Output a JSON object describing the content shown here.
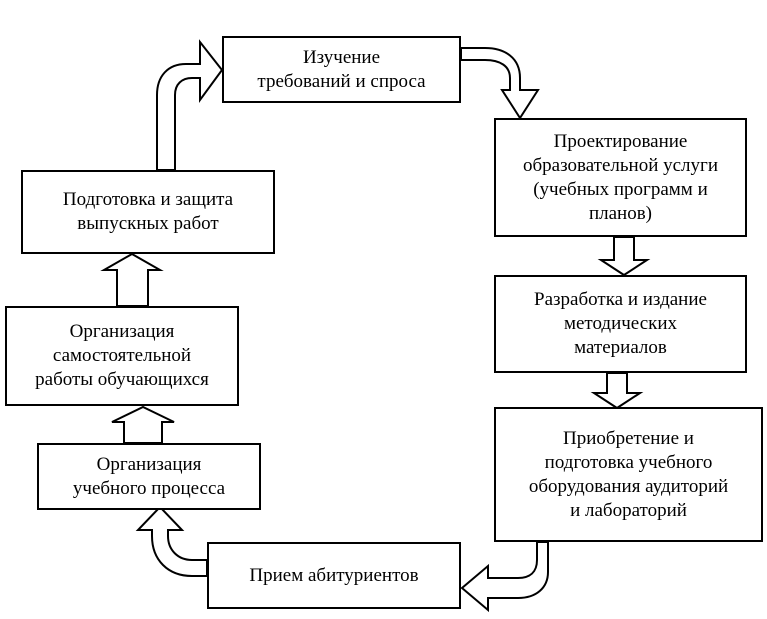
{
  "diagram": {
    "title": "",
    "nodes": [
      {
        "id": "study",
        "label": "Изучение\nтребований и спроса"
      },
      {
        "id": "design",
        "label": "Проектирование\nобразовательной услуги\n(учебных программ и\nпланов)"
      },
      {
        "id": "materials",
        "label": "Разработка и издание\nметодических\nматериалов"
      },
      {
        "id": "equipment",
        "label": "Приобретение и\nподготовка учебного\nоборудования аудиторий\nи лабораторий"
      },
      {
        "id": "admission",
        "label": "Прием абитуриентов"
      },
      {
        "id": "process",
        "label": "Организация\nучебного процесса"
      },
      {
        "id": "selfwork",
        "label": "Организация\nсамостоятельной\nработы обучающихся"
      },
      {
        "id": "thesis",
        "label": "Подготовка и защита\nвыпускных работ"
      }
    ],
    "edges": [
      {
        "from": "study",
        "to": "design",
        "style": "curved-arrow"
      },
      {
        "from": "design",
        "to": "materials",
        "style": "block-arrow"
      },
      {
        "from": "materials",
        "to": "equipment",
        "style": "block-arrow"
      },
      {
        "from": "equipment",
        "to": "admission",
        "style": "curved-arrow"
      },
      {
        "from": "admission",
        "to": "process",
        "style": "curved-arrow"
      },
      {
        "from": "process",
        "to": "selfwork",
        "style": "block-arrow"
      },
      {
        "from": "selfwork",
        "to": "thesis",
        "style": "block-arrow"
      },
      {
        "from": "thesis",
        "to": "study",
        "style": "curved-arrow"
      }
    ]
  }
}
